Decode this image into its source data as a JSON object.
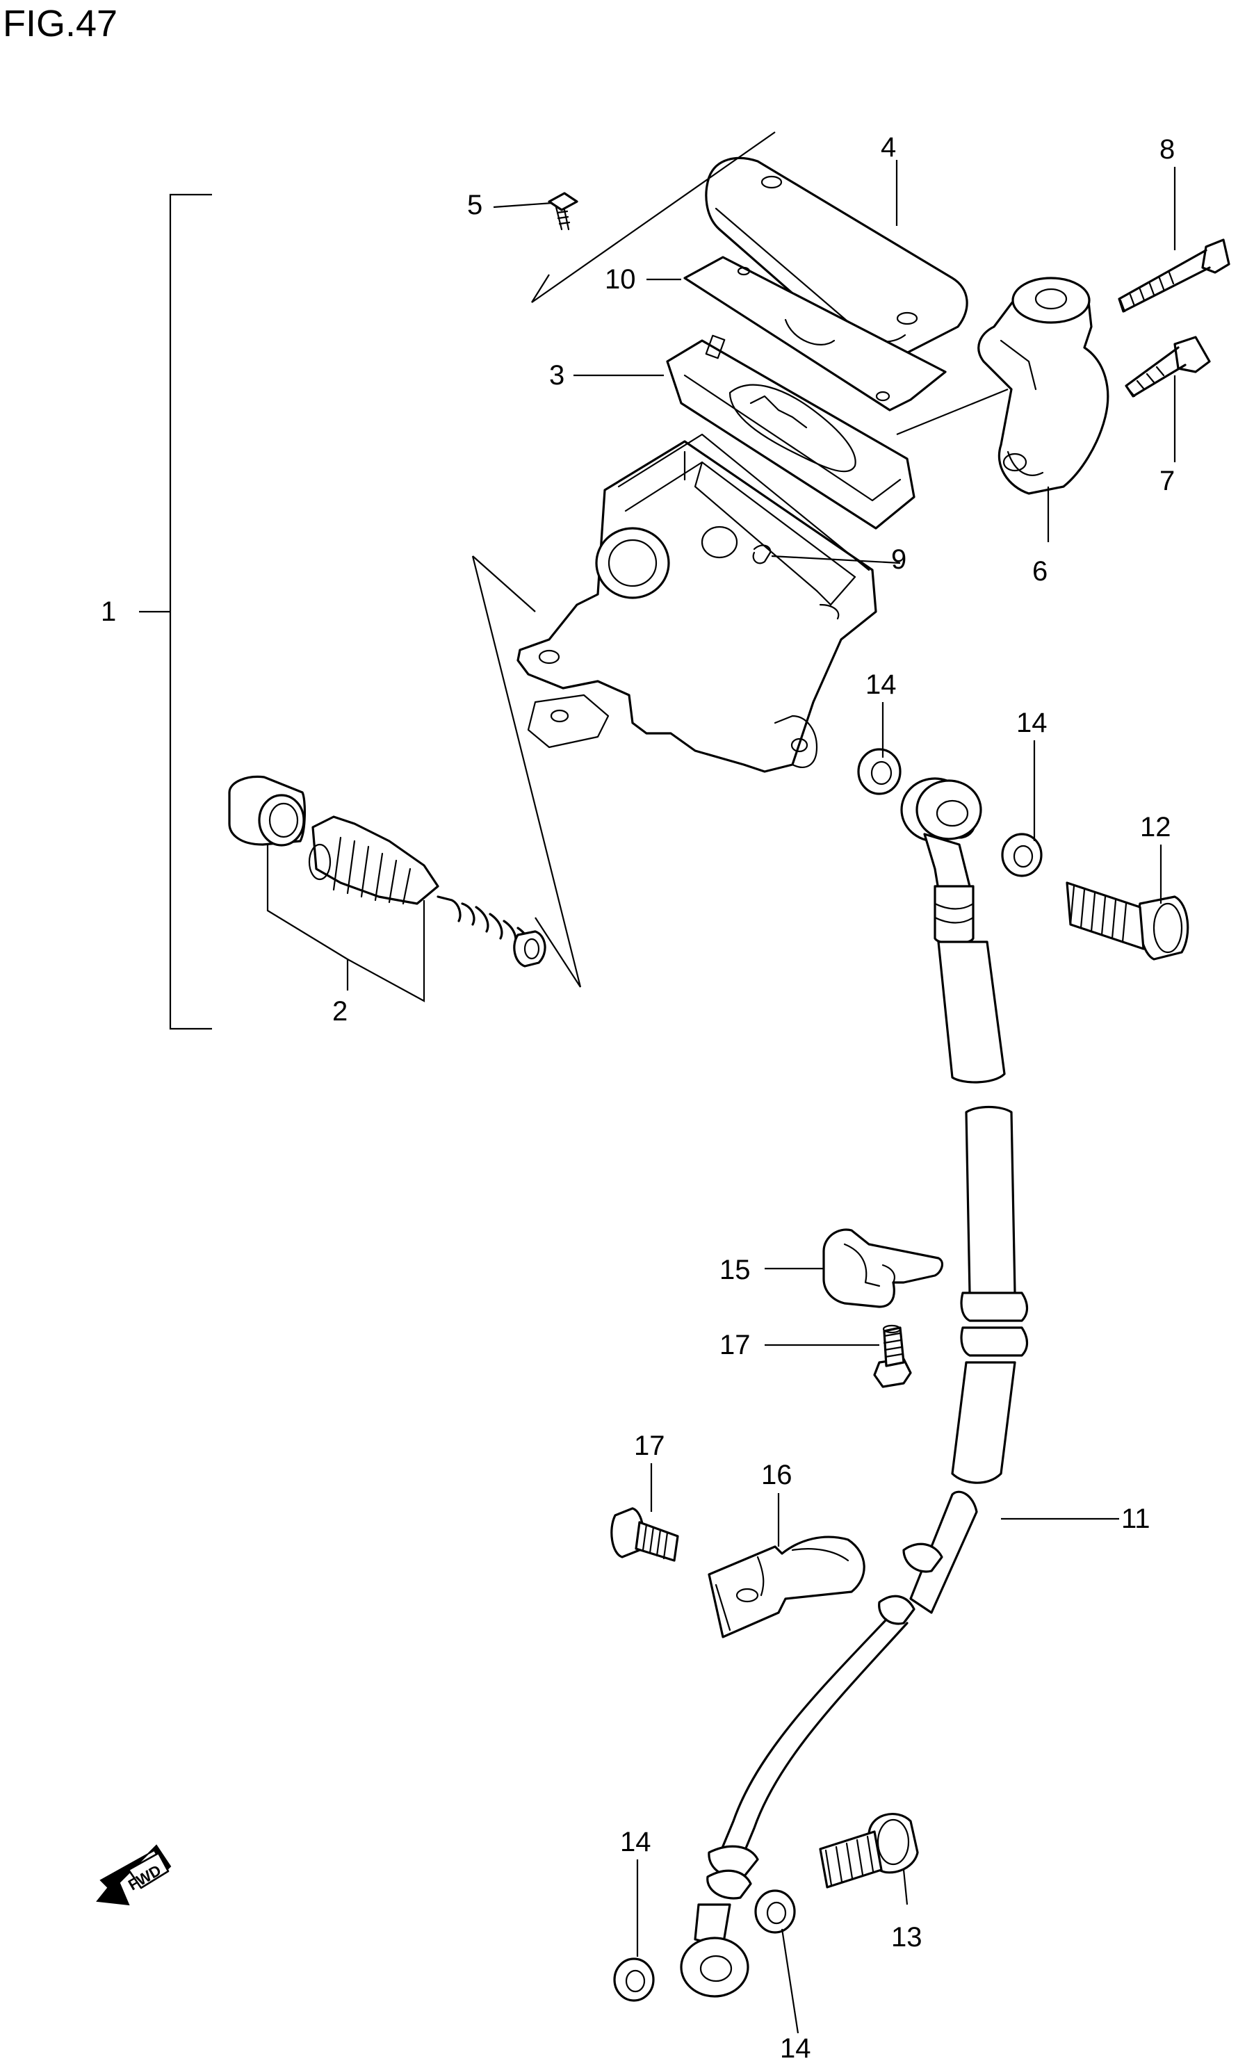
{
  "figure": {
    "title": "FIG.47"
  },
  "callouts": [
    {
      "id": "c1",
      "label": "1"
    },
    {
      "id": "c2",
      "label": "2"
    },
    {
      "id": "c3",
      "label": "3"
    },
    {
      "id": "c4",
      "label": "4"
    },
    {
      "id": "c5",
      "label": "5"
    },
    {
      "id": "c6",
      "label": "6"
    },
    {
      "id": "c7",
      "label": "7"
    },
    {
      "id": "c8",
      "label": "8"
    },
    {
      "id": "c9",
      "label": "9"
    },
    {
      "id": "c10",
      "label": "10"
    },
    {
      "id": "c11",
      "label": "11"
    },
    {
      "id": "c12",
      "label": "12"
    },
    {
      "id": "c13",
      "label": "13"
    },
    {
      "id": "c14a",
      "label": "14"
    },
    {
      "id": "c14b",
      "label": "14"
    },
    {
      "id": "c14c",
      "label": "14"
    },
    {
      "id": "c14d",
      "label": "14"
    },
    {
      "id": "c15",
      "label": "15"
    },
    {
      "id": "c16",
      "label": "16"
    },
    {
      "id": "c17a",
      "label": "17"
    },
    {
      "id": "c17b",
      "label": "17"
    }
  ],
  "direction_indicator": {
    "label": "FWD",
    "icon": "fwd-arrow-icon"
  },
  "colors": {
    "ink": "#000000",
    "paper": "#ffffff"
  }
}
